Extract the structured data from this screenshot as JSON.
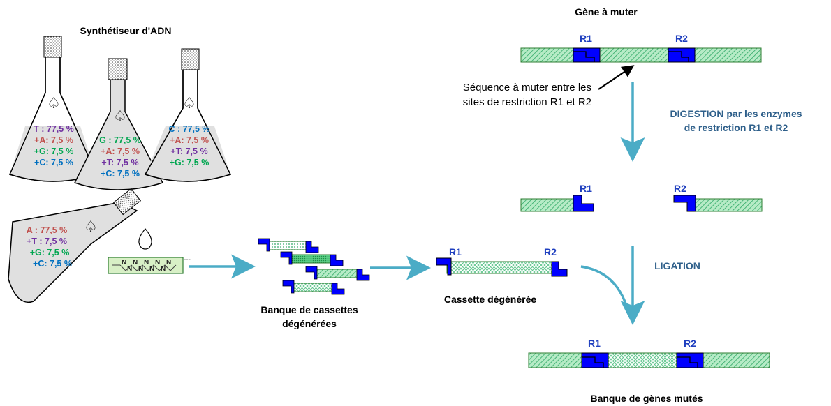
{
  "titles": {
    "synth": "Synthétiseur d'ADN",
    "gene": "Gène à muter",
    "bank_cassettes": [
      "Banque de cassettes",
      "dégénérées"
    ],
    "cassette": "Cassette dégénérée",
    "bank_genes": "Banque de gènes mutés"
  },
  "seq_note": [
    "Séquence à muter entre les",
    "sites de restriction R1 et R2"
  ],
  "steps": {
    "digestion": [
      "DIGESTION par les enzymes",
      "de restriction R1 et R2"
    ],
    "ligation": "LIGATION"
  },
  "sites": {
    "r1": "R1",
    "r2": "R2"
  },
  "spade": "♤",
  "oligo": {
    "chain": "N",
    "tail": "---"
  },
  "flasks": [
    {
      "lines": [
        {
          "text": "T : 77,5 %",
          "color": "#7030a0"
        },
        {
          "text": "+A: 7,5 %",
          "color": "#c0504d"
        },
        {
          "text": "+G: 7,5 %",
          "color": "#00a650"
        },
        {
          "text": "+C: 7,5 %",
          "color": "#0070c0"
        }
      ]
    },
    {
      "lines": [
        {
          "text": "G : 77,5 %",
          "color": "#00a650"
        },
        {
          "text": "+A: 7,5 %",
          "color": "#c0504d"
        },
        {
          "text": "+T: 7,5 %",
          "color": "#7030a0"
        },
        {
          "text": "+C: 7,5 %",
          "color": "#0070c0"
        }
      ]
    },
    {
      "lines": [
        {
          "text": "C : 77,5 %",
          "color": "#0070c0"
        },
        {
          "text": "+A: 7,5 %",
          "color": "#c0504d"
        },
        {
          "text": "+T: 7,5 %",
          "color": "#7030a0"
        },
        {
          "text": "+G: 7,5 %",
          "color": "#00a650"
        }
      ]
    },
    {
      "lines": [
        {
          "text": "A : 77,5 %",
          "color": "#c0504d"
        },
        {
          "text": "+T : 7,5 %",
          "color": "#7030a0"
        },
        {
          "text": "+G: 7,5 %",
          "color": "#00a650"
        },
        {
          "text": "+C: 7,5 %",
          "color": "#0070c0"
        }
      ]
    }
  ],
  "colors": {
    "teal": "#4bacc6",
    "site_blue": "#0000ff",
    "label_blue": "#1f3fbf",
    "step_blue": "#2e5f8a",
    "green": "#3cb371"
  }
}
